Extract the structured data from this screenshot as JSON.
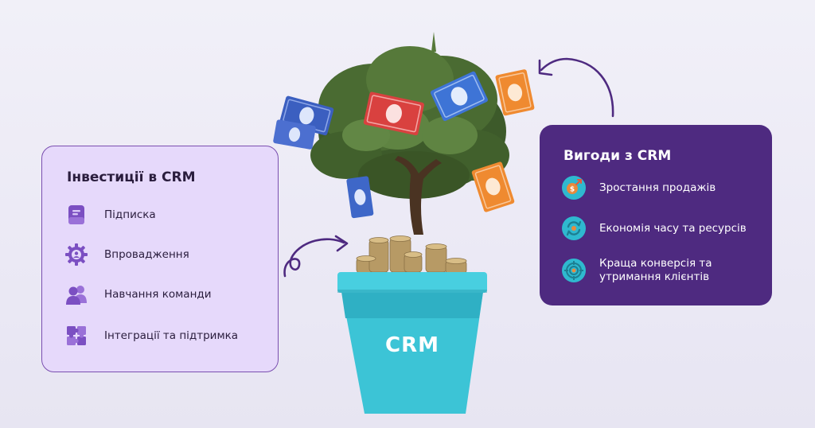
{
  "investments": {
    "title": "Інвестиції в CRM",
    "items": [
      {
        "label": "Підписка",
        "icon": "book-icon"
      },
      {
        "label": "Впровадження",
        "icon": "gear-icon"
      },
      {
        "label": "Навчання команди",
        "icon": "team-icon"
      },
      {
        "label": "Інтеграції та підтримка",
        "icon": "puzzle-icon"
      }
    ]
  },
  "benefits": {
    "title": "Вигоди з CRM",
    "items": [
      {
        "label_line1": "Зростання продажів",
        "label_line2": "",
        "icon": "growth-coin-icon"
      },
      {
        "label_line1": "Економія часу та ресурсів",
        "label_line2": "",
        "icon": "cycle-icon"
      },
      {
        "label_line1": "Краща конверсія та",
        "label_line2": "утримання клієнтів",
        "icon": "target-icon"
      }
    ]
  },
  "pot": {
    "label": "CRM"
  },
  "colors": {
    "left_card_bg": "#e6d9fb",
    "left_card_border": "#7a4fb0",
    "right_card_bg": "#4e2a80",
    "icon_purple": "#7b4fc2",
    "icon_teal": "#2fb9cf",
    "pot_teal": "#3cc4d6"
  }
}
